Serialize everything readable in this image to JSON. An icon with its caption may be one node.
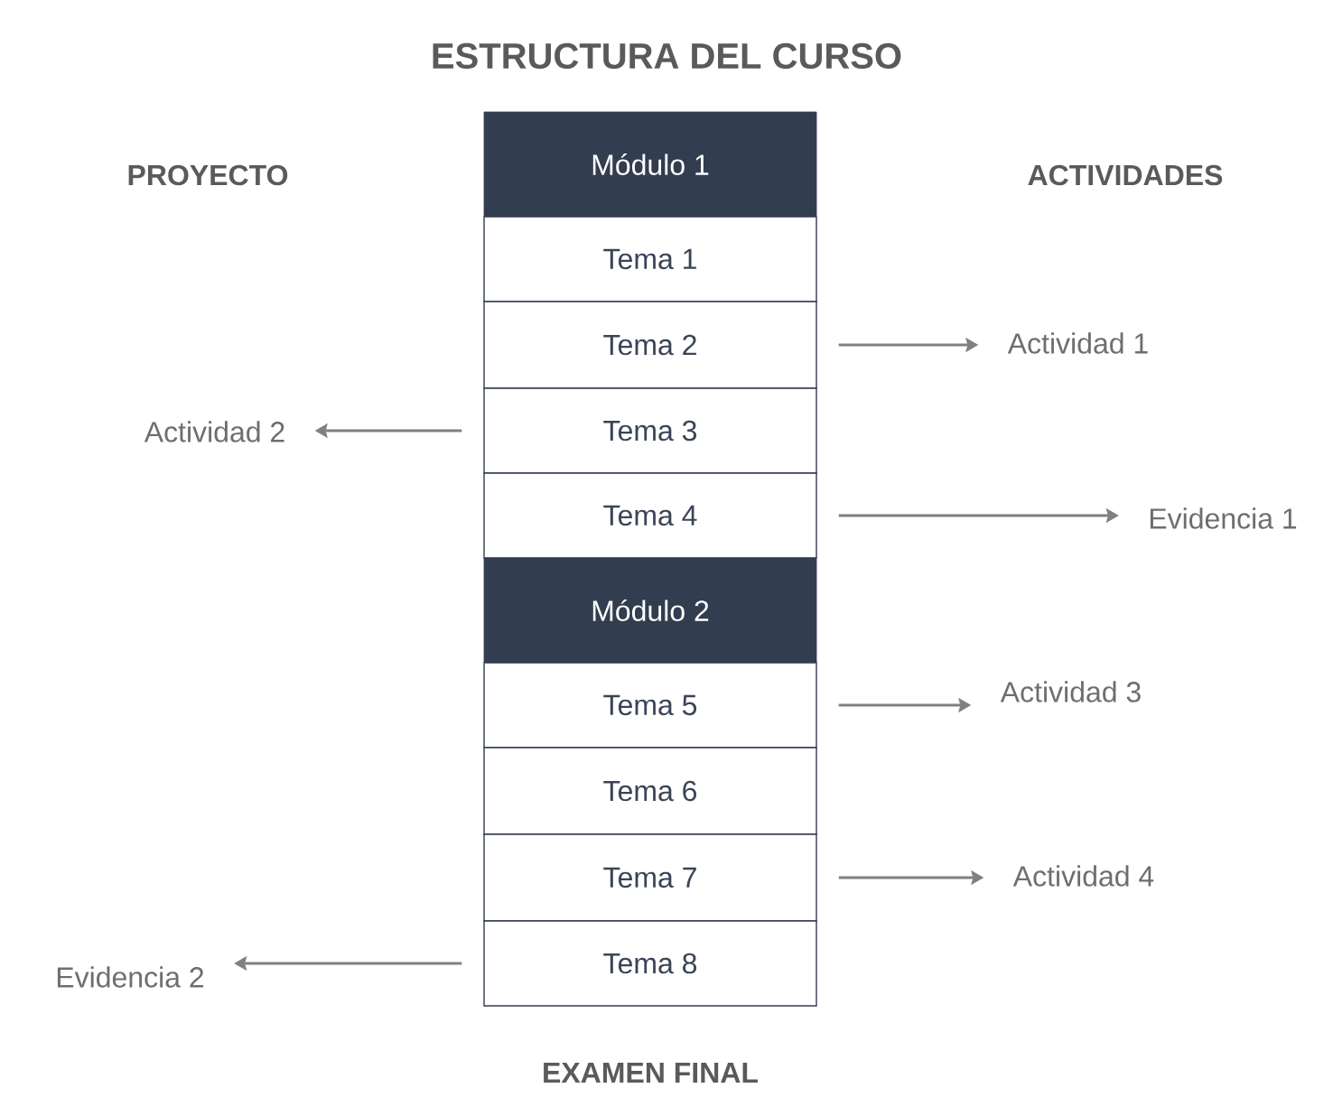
{
  "diagram": {
    "title": "ESTRUCTURA DEL CURSO",
    "nodes": [
      {
        "text": [
          "Módulo 1"
        ]
      },
      {
        "text": [
          "Tema 1"
        ]
      },
      {
        "text": [
          "Tema 2"
        ]
      },
      {
        "text": [
          "Tema 3"
        ]
      },
      {
        "text": [
          "Tema 4"
        ]
      },
      {
        "text": [
          "Módulo 2"
        ]
      },
      {
        "text": [
          "Tema 5"
        ]
      },
      {
        "text": [
          "Tema 6"
        ]
      },
      {
        "text": [
          "Tema 7"
        ]
      },
      {
        "text": [
          "Tema 8"
        ]
      },
      {
        "text": [
          "Actividad 1"
        ]
      },
      {
        "text": [
          "Actividad 2"
        ]
      },
      {
        "text": [
          "Evidencia 1"
        ]
      },
      {
        "text": [
          "Actividad 3"
        ]
      },
      {
        "text": [
          "Actividad 4"
        ]
      },
      {
        "text": [
          "Evidencia 2"
        ]
      }
    ],
    "edges": [
      {
        "from": 2,
        "to": 10,
        "arrow": "to"
      },
      {
        "from": 3,
        "to": 11,
        "arrow": "to"
      },
      {
        "from": 4,
        "to": 12,
        "arrow": "to"
      },
      {
        "from": 6,
        "to": 13,
        "arrow": "to"
      },
      {
        "from": 8,
        "to": 14,
        "arrow": "to"
      },
      {
        "from": 9,
        "to": 15,
        "arrow": "to"
      }
    ],
    "labels": [
      "PROYECTO",
      "ACTIVIDADES",
      "EXAMEN FINAL"
    ]
  }
}
